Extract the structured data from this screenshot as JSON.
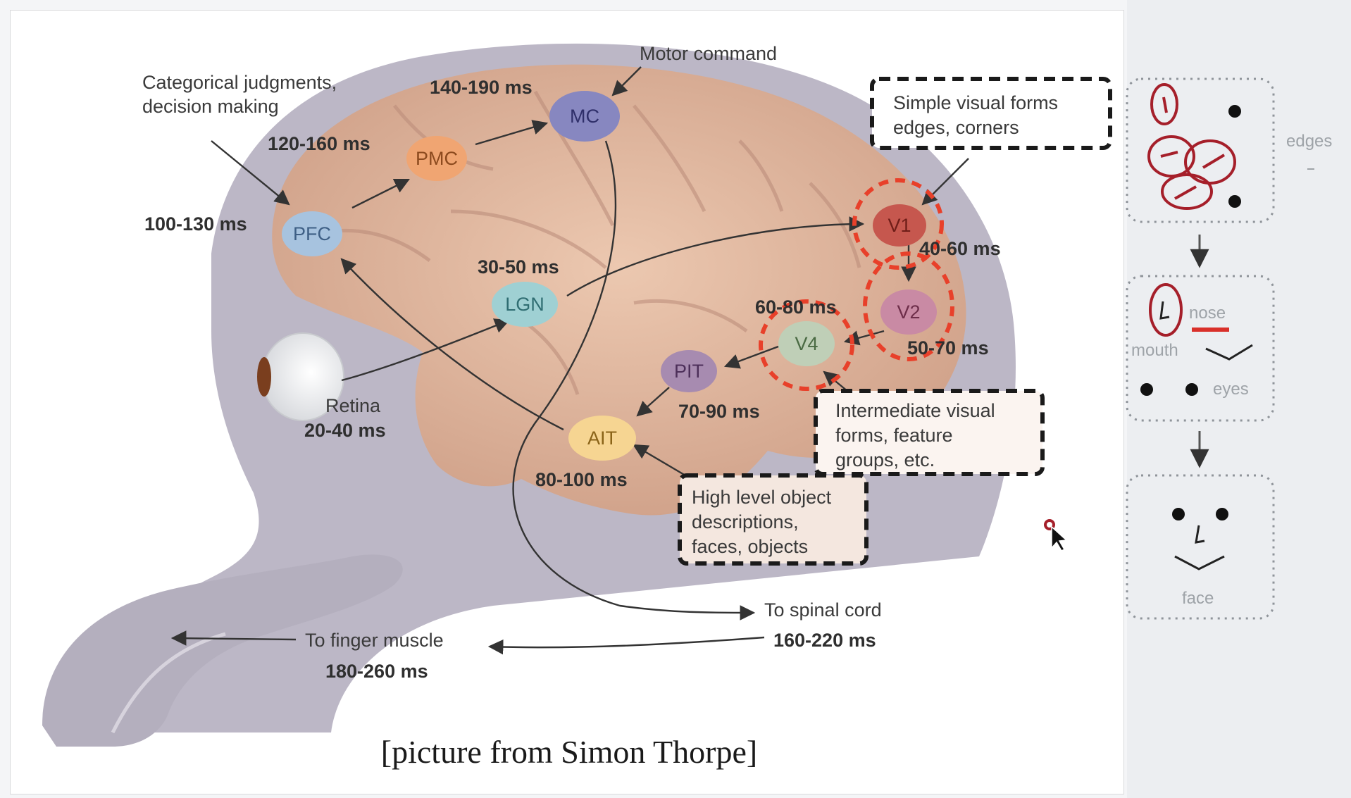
{
  "diagram": {
    "caption": "[picture from Simon Thorpe]",
    "regions": {
      "pfc": "PFC",
      "pmc": "PMC",
      "mc": "MC",
      "lgn": "LGN",
      "v1": "V1",
      "v2": "V2",
      "v4": "V4",
      "pit": "PIT",
      "ait": "AIT"
    },
    "timings": {
      "pfc": "100-130 ms",
      "pmc": "120-160 ms",
      "mc": "140-190 ms",
      "lgn": "30-50 ms",
      "v1": "40-60 ms",
      "v2": "50-70 ms",
      "v4": "60-80 ms",
      "pit": "70-90 ms",
      "ait": "80-100 ms",
      "retina": "20-40 ms",
      "spinal": "160-220 ms",
      "finger": "180-260 ms"
    },
    "labels": {
      "categorical_1": "Categorical judgments,",
      "categorical_2": "decision making",
      "motor_command": "Motor command",
      "retina": "Retina",
      "spinal_cord": "To spinal cord",
      "finger_muscle": "To finger muscle"
    },
    "annotations": {
      "simple_1": "Simple visual forms",
      "simple_2": "edges, corners",
      "intermediate_1": "Intermediate visual",
      "intermediate_2": "forms, feature",
      "intermediate_3": "groups, etc.",
      "high_1": "High level object",
      "high_2": "descriptions,",
      "high_3": "faces, objects"
    }
  },
  "sidebar": {
    "edges": "edges",
    "nose": "nose",
    "mouth": "mouth",
    "eyes": "eyes",
    "face": "face"
  },
  "colors": {
    "annotation_red": "#e8402a",
    "ink_red": "#a51f2a"
  }
}
